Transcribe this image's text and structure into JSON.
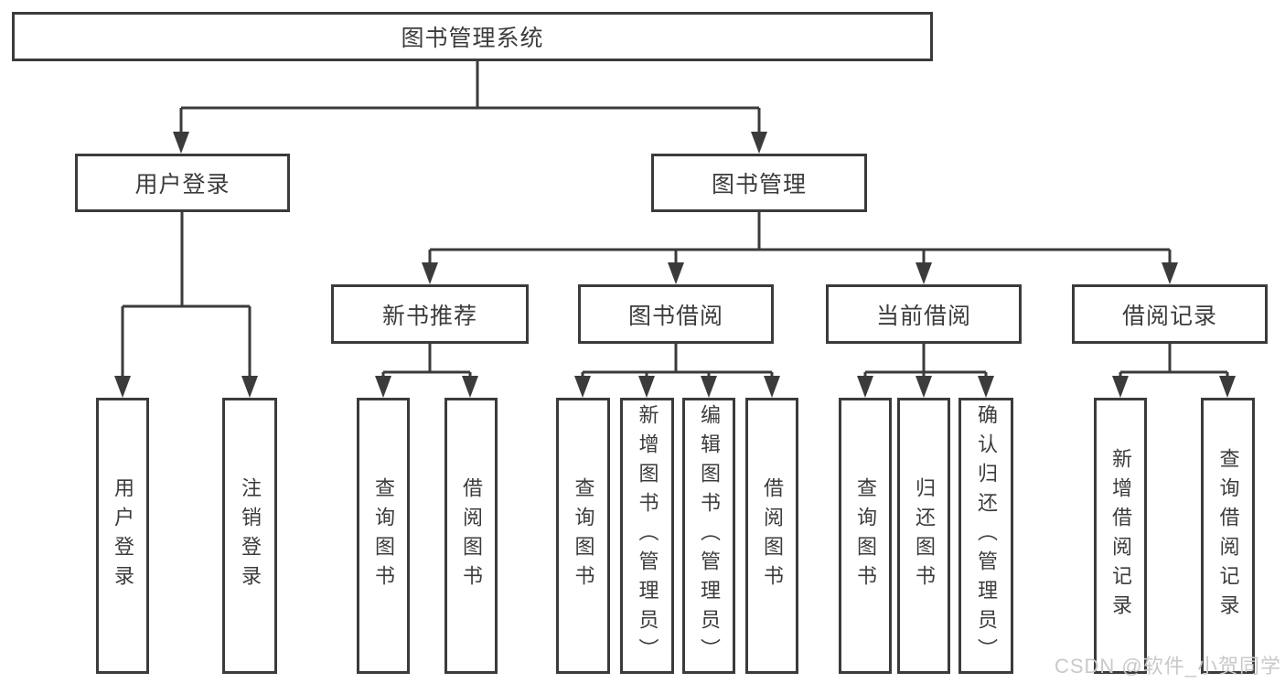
{
  "diagram": {
    "root": {
      "label": "图书管理系统"
    },
    "branches": [
      {
        "label": "用户登录",
        "children": [
          {
            "label": "用户登录"
          },
          {
            "label": "注销登录"
          }
        ]
      },
      {
        "label": "图书管理",
        "groups": [
          {
            "label": "新书推荐",
            "children": [
              {
                "label": "查询图书"
              },
              {
                "label": "借阅图书"
              }
            ]
          },
          {
            "label": "图书借阅",
            "children": [
              {
                "label": "查询图书"
              },
              {
                "label": "新增图书（管理员）"
              },
              {
                "label": "编辑图书（管理员）"
              },
              {
                "label": "借阅图书"
              }
            ]
          },
          {
            "label": "当前借阅",
            "children": [
              {
                "label": "查询图书"
              },
              {
                "label": "归还图书"
              },
              {
                "label": "确认归还（管理员）"
              }
            ]
          },
          {
            "label": "借阅记录",
            "children": [
              {
                "label": "新增借阅记录"
              },
              {
                "label": "查询借阅记录"
              }
            ]
          }
        ]
      }
    ]
  },
  "watermark": {
    "text": "CSDN @软件_小贺同学"
  },
  "colors": {
    "line": "#3b3b3b",
    "box_border": "#3b3b3b",
    "box_fill": "#ffffff",
    "text": "#3c3c3c",
    "background": "#ffffff",
    "watermark": "#c9c9c9"
  }
}
